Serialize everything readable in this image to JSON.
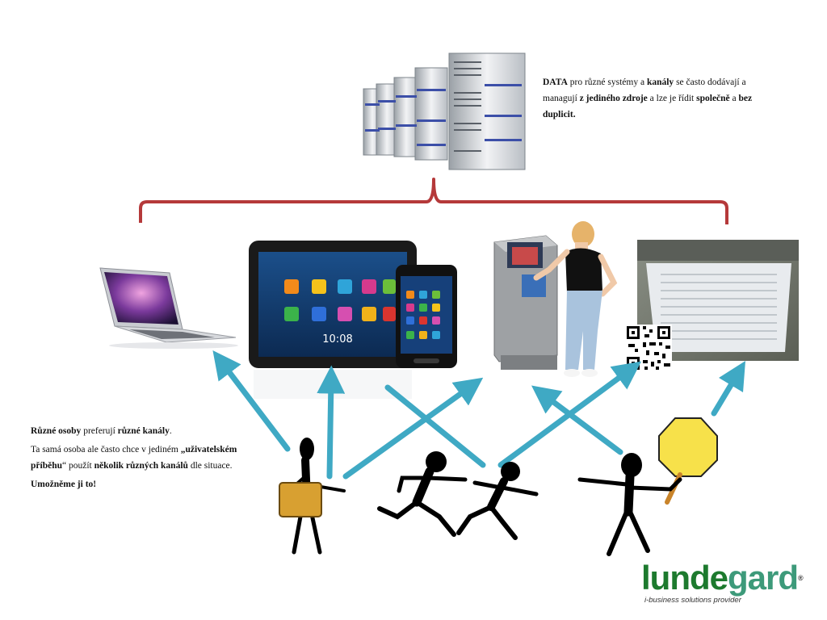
{
  "data_text": {
    "l1_b1": "DATA",
    "l1_t1": " pro různé systémy a ",
    "l1_b2": "kanály",
    "l1_t2": " se často dodávají a managují ",
    "l1_b3": "z jediného zdroje",
    "l1_t3": " a lze je řídit ",
    "l1_b4": "společně",
    "l1_t4": " a ",
    "l1_b5": "bez duplicit."
  },
  "people_text": {
    "p1_b1": "Různé osoby",
    "p1_t1": " preferují ",
    "p1_b2": "různé kanály",
    "p1_t2": ".",
    "p2_t1": "Ta samá osoba ale často chce v jediném ",
    "p2_b1": "„uživatelském příběhu",
    "p2_t2": "“ použít ",
    "p2_b2": "několik různých kanálů",
    "p2_t3": " dle situace.",
    "p3_b1": "Umožněme ji to!"
  },
  "logo": {
    "part1": "lunde",
    "part2": "g",
    "part3": "ard",
    "tm": "®",
    "tagline": "i-business solutions provider"
  },
  "colors": {
    "brace": "#b5393a",
    "arrow": "#3fa9c4",
    "logo_green": "#1d7a2e",
    "logo_teal": "#3d9a7a",
    "sign": "#f7e14a"
  },
  "icons": [
    "server-rack-icon",
    "laptop-icon",
    "tablet-icon",
    "smartphone-icon",
    "kiosk-icon",
    "printed-timetable-icon",
    "qr-code-icon",
    "stick-figure-courier-icon",
    "running-figures-icon",
    "stick-figure-sign-icon"
  ]
}
